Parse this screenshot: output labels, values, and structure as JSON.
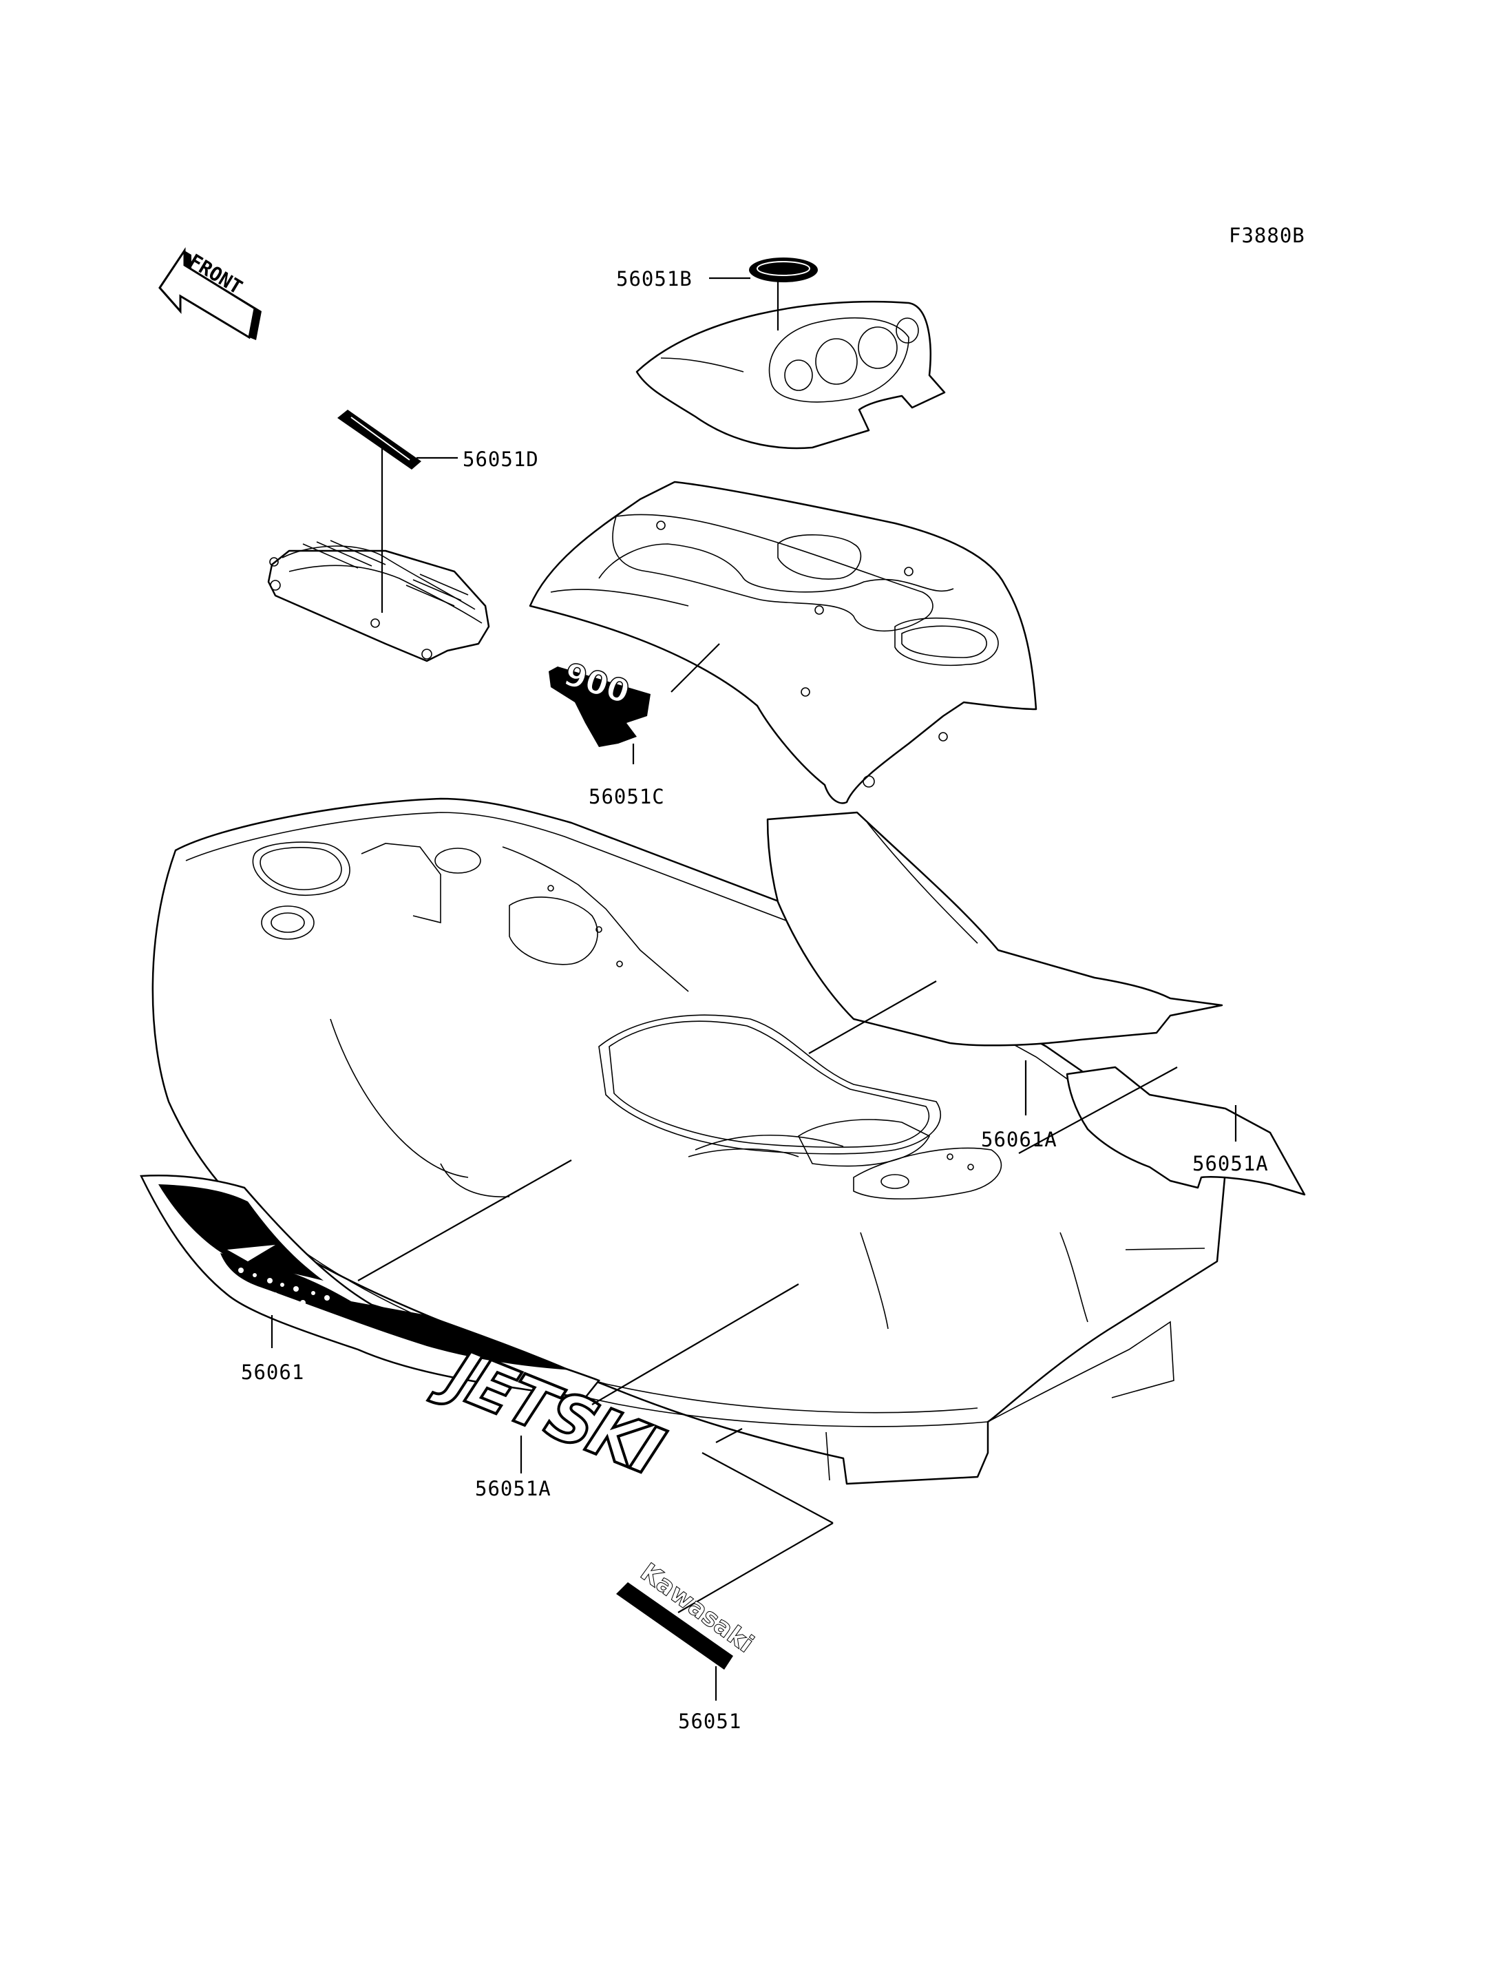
{
  "figure_code": "F3880B",
  "front_label": "FRONT",
  "callouts": {
    "c56051B": "56051B",
    "c56051D": "56051D",
    "c56051C": "56051C",
    "c56061A": "56061A",
    "c56051A_right": "56051A",
    "c56061": "56061",
    "c56051A_bottom": "56051A",
    "c56051": "56051"
  },
  "decal_text": {
    "jetski": "JETSKI",
    "kawasaki": "Kawasaki",
    "model": "900"
  }
}
